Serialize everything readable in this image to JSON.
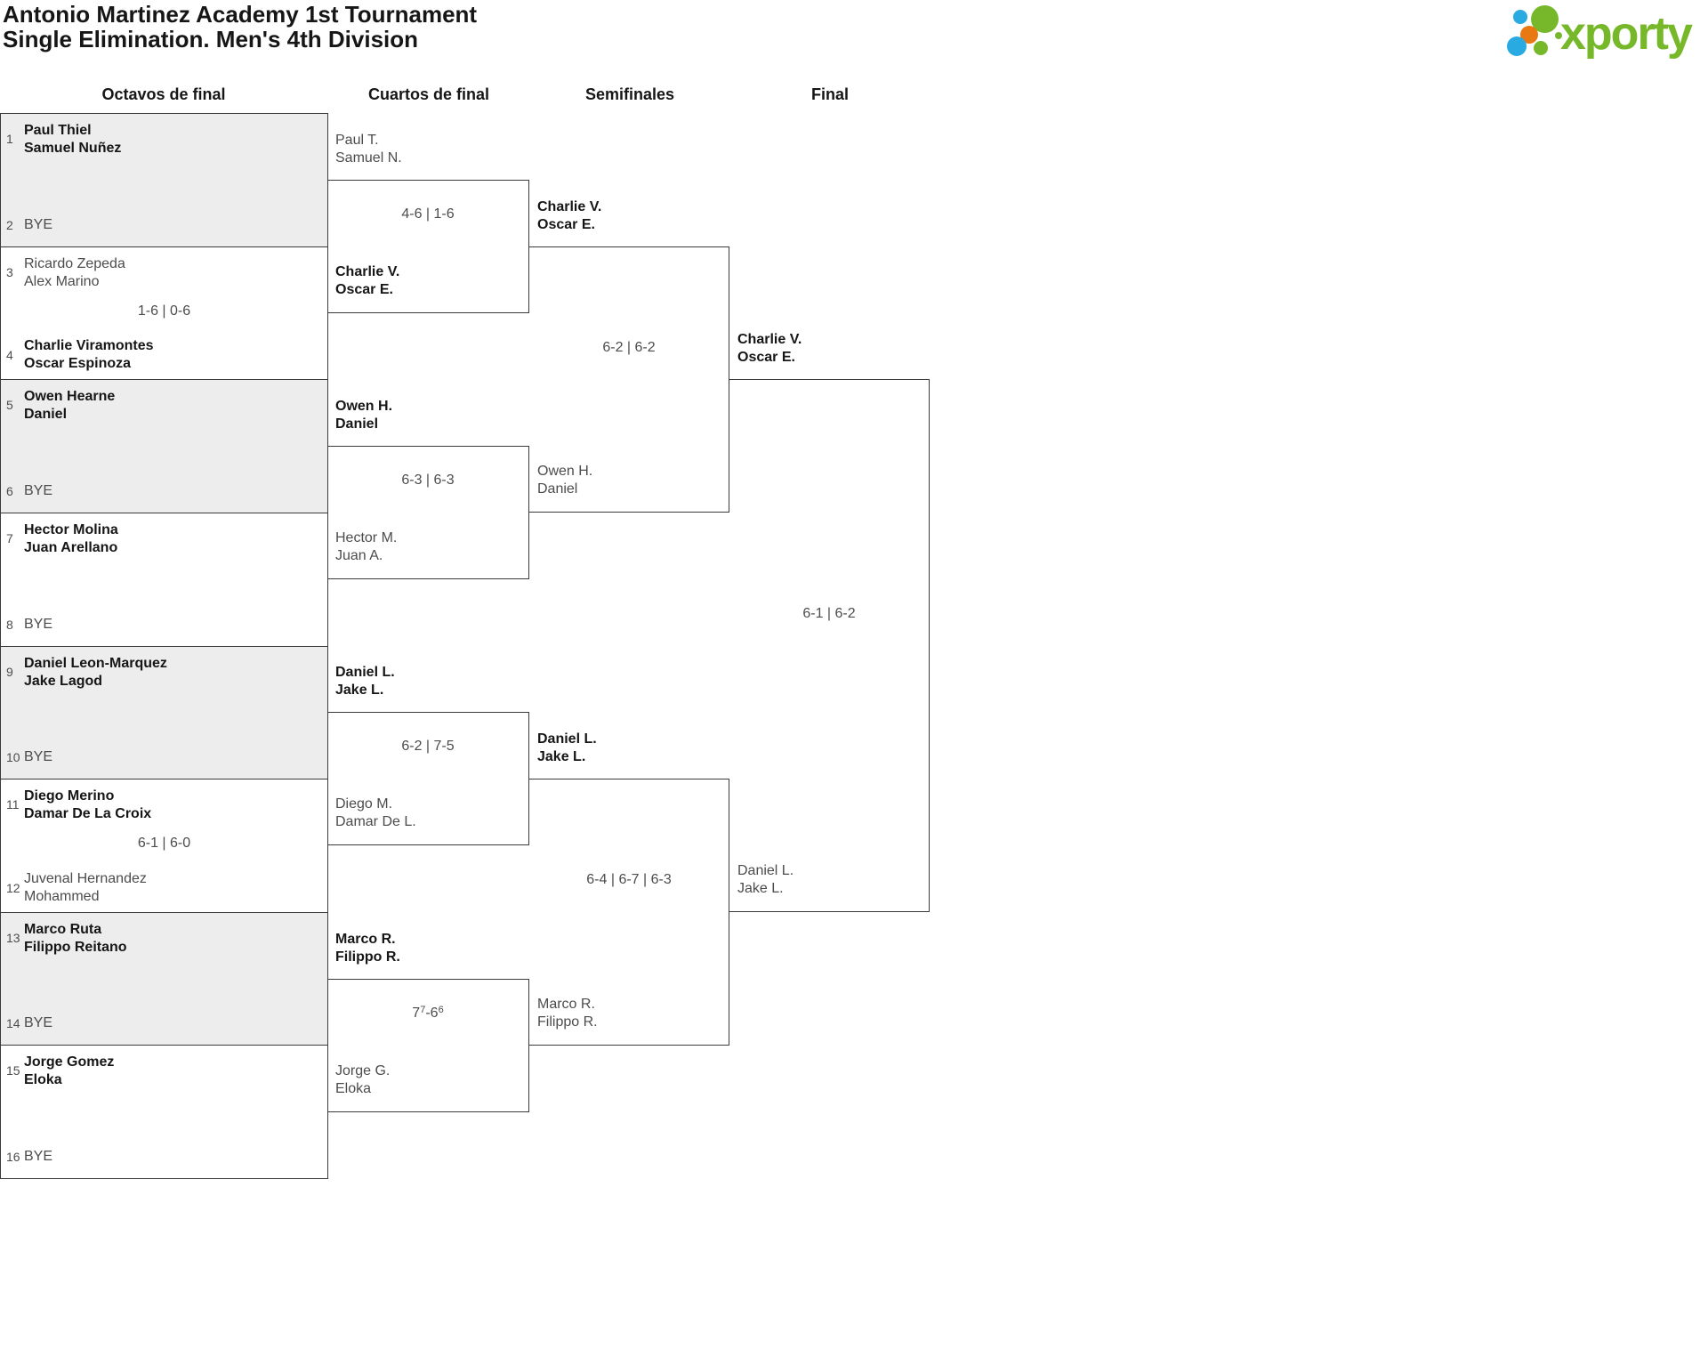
{
  "title": {
    "line1": "Antonio Martinez Academy 1st Tournament",
    "line2": "Single Elimination. Men's 4th Division"
  },
  "logo": {
    "wordmark": "xporty"
  },
  "round_headers": [
    "Octavos de final",
    "Cuartos de final",
    "Semifinales",
    "Final"
  ],
  "round16": [
    {
      "top": {
        "seed": "1",
        "line1": "Paul Thiel",
        "line2": "Samuel Nuñez",
        "winner": true
      },
      "bottom": {
        "seed": "2",
        "line1": "BYE",
        "bye": true
      }
    },
    {
      "top": {
        "seed": "3",
        "line1": "Ricardo Zepeda",
        "line2": "Alex Marino"
      },
      "bottom": {
        "seed": "4",
        "line1": "Charlie Viramontes",
        "line2": "Oscar Espinoza",
        "winner": true
      },
      "score": "1-6 | 0-6"
    },
    {
      "top": {
        "seed": "5",
        "line1": "Owen Hearne",
        "line2": "Daniel",
        "winner": true
      },
      "bottom": {
        "seed": "6",
        "line1": "BYE",
        "bye": true
      }
    },
    {
      "top": {
        "seed": "7",
        "line1": "Hector Molina",
        "line2": "Juan Arellano",
        "winner": true
      },
      "bottom": {
        "seed": "8",
        "line1": "BYE",
        "bye": true
      }
    },
    {
      "top": {
        "seed": "9",
        "line1": "Daniel Leon-Marquez",
        "line2": "Jake Lagod",
        "winner": true
      },
      "bottom": {
        "seed": "10",
        "line1": "BYE",
        "bye": true
      }
    },
    {
      "top": {
        "seed": "11",
        "line1": "Diego Merino",
        "line2": "Damar De La Croix",
        "winner": true
      },
      "bottom": {
        "seed": "12",
        "line1": "Juvenal Hernandez",
        "line2": "Mohammed"
      },
      "score": "6-1 | 6-0"
    },
    {
      "top": {
        "seed": "13",
        "line1": "Marco Ruta",
        "line2": "Filippo Reitano",
        "winner": true
      },
      "bottom": {
        "seed": "14",
        "line1": "BYE",
        "bye": true
      }
    },
    {
      "top": {
        "seed": "15",
        "line1": "Jorge Gomez",
        "line2": "Eloka",
        "winner": true
      },
      "bottom": {
        "seed": "16",
        "line1": "BYE",
        "bye": true
      }
    }
  ],
  "quarterfinals": [
    {
      "top": {
        "line1": "Paul T.",
        "line2": "Samuel N."
      },
      "bottom": {
        "line1": "Charlie V.",
        "line2": "Oscar E.",
        "winner": true
      },
      "score": "4-6 | 1-6"
    },
    {
      "top": {
        "line1": "Owen H.",
        "line2": "Daniel",
        "winner": true
      },
      "bottom": {
        "line1": "Hector M.",
        "line2": "Juan A."
      },
      "score": "6-3 | 6-3"
    },
    {
      "top": {
        "line1": "Daniel L.",
        "line2": "Jake L.",
        "winner": true
      },
      "bottom": {
        "line1": "Diego M.",
        "line2": "Damar De L."
      },
      "score": "6-2 | 7-5"
    },
    {
      "top": {
        "line1": "Marco R.",
        "line2": "Filippo R.",
        "winner": true
      },
      "bottom": {
        "line1": "Jorge G.",
        "line2": "Eloka"
      },
      "score_parts": {
        "g1": "7",
        "tb1": "7",
        "sep": "-",
        "g2": "6",
        "tb2": "6"
      }
    }
  ],
  "semifinals": [
    {
      "top": {
        "line1": "Charlie V.",
        "line2": "Oscar E.",
        "winner": true
      },
      "bottom": {
        "line1": "Owen H.",
        "line2": "Daniel"
      },
      "score": "6-2 | 6-2"
    },
    {
      "top": {
        "line1": "Daniel L.",
        "line2": "Jake L.",
        "winner": true
      },
      "bottom": {
        "line1": "Marco R.",
        "line2": "Filippo R."
      },
      "score": "6-4 | 6-7 | 6-3"
    }
  ],
  "final": {
    "top": {
      "line1": "Charlie V.",
      "line2": "Oscar E.",
      "winner": true
    },
    "bottom": {
      "line1": "Daniel L.",
      "line2": "Jake L."
    },
    "score": "6-1 | 6-2"
  },
  "colors": {
    "brand_green": "#76b82a",
    "brand_blue": "#29abe2",
    "brand_orange": "#e87912"
  }
}
